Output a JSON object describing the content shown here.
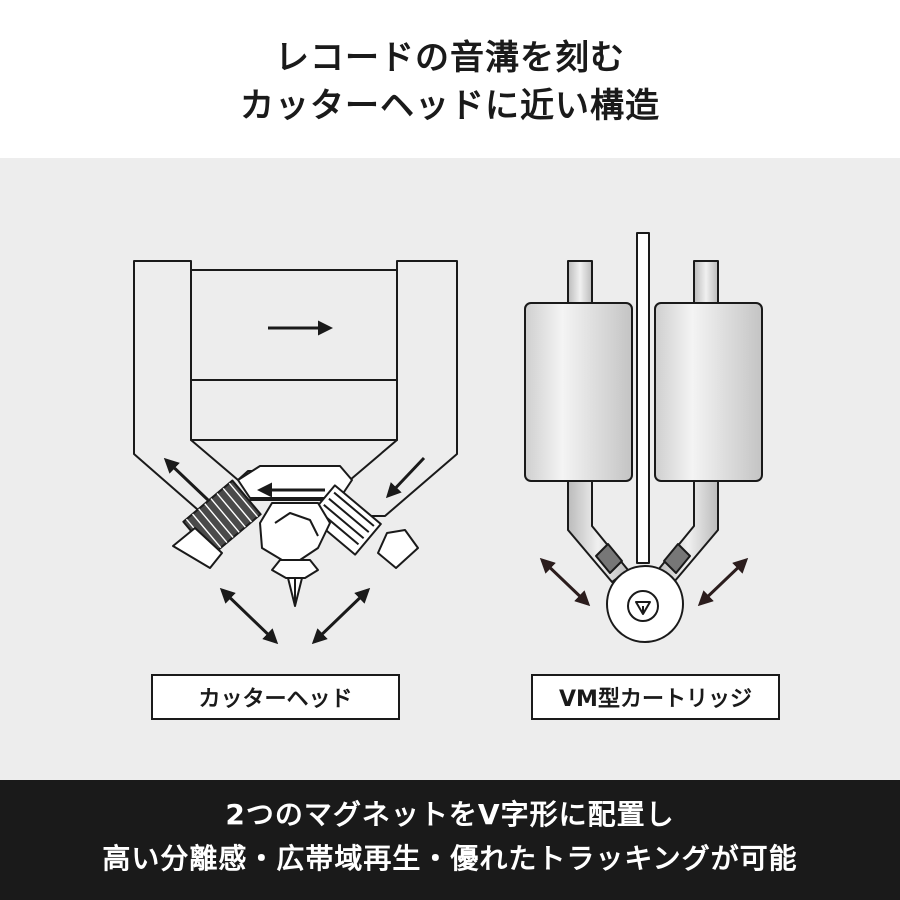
{
  "header": {
    "line1": "レコードの音溝を刻む",
    "line2": "カッターヘッドに近い構造"
  },
  "captions": {
    "left": "カッターヘッド",
    "right": "VM型カートリッジ"
  },
  "footer": {
    "line1": "2つのマグネットをV字形に配置し",
    "line2": "高い分離感・広帯域再生・優れたトラッキングが可能"
  },
  "colors": {
    "arrow_dark": "#2b1d1d",
    "stroke": "#1a1a1a",
    "coil_gray": "#777777",
    "cylinder_light": "#d8d8d8"
  }
}
